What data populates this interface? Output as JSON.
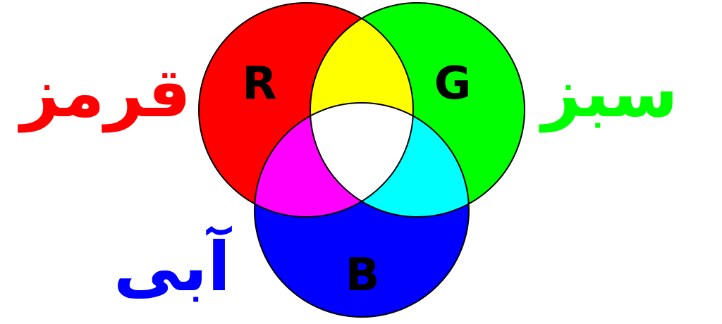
{
  "colors": {
    "red": "#ff0000",
    "green": "#00ff00",
    "blue": "#0000ff",
    "yellow": "#ffff00",
    "magenta": "#ff00ff",
    "cyan": "#00ffff",
    "white": "#ffffff",
    "outline": "#000000"
  },
  "circles": {
    "red": {
      "letter": "R"
    },
    "green": {
      "letter": "G"
    },
    "blue": {
      "letter": "B"
    }
  },
  "labels": {
    "red": "قرمز",
    "green": "سبز",
    "blue": "آبی"
  }
}
